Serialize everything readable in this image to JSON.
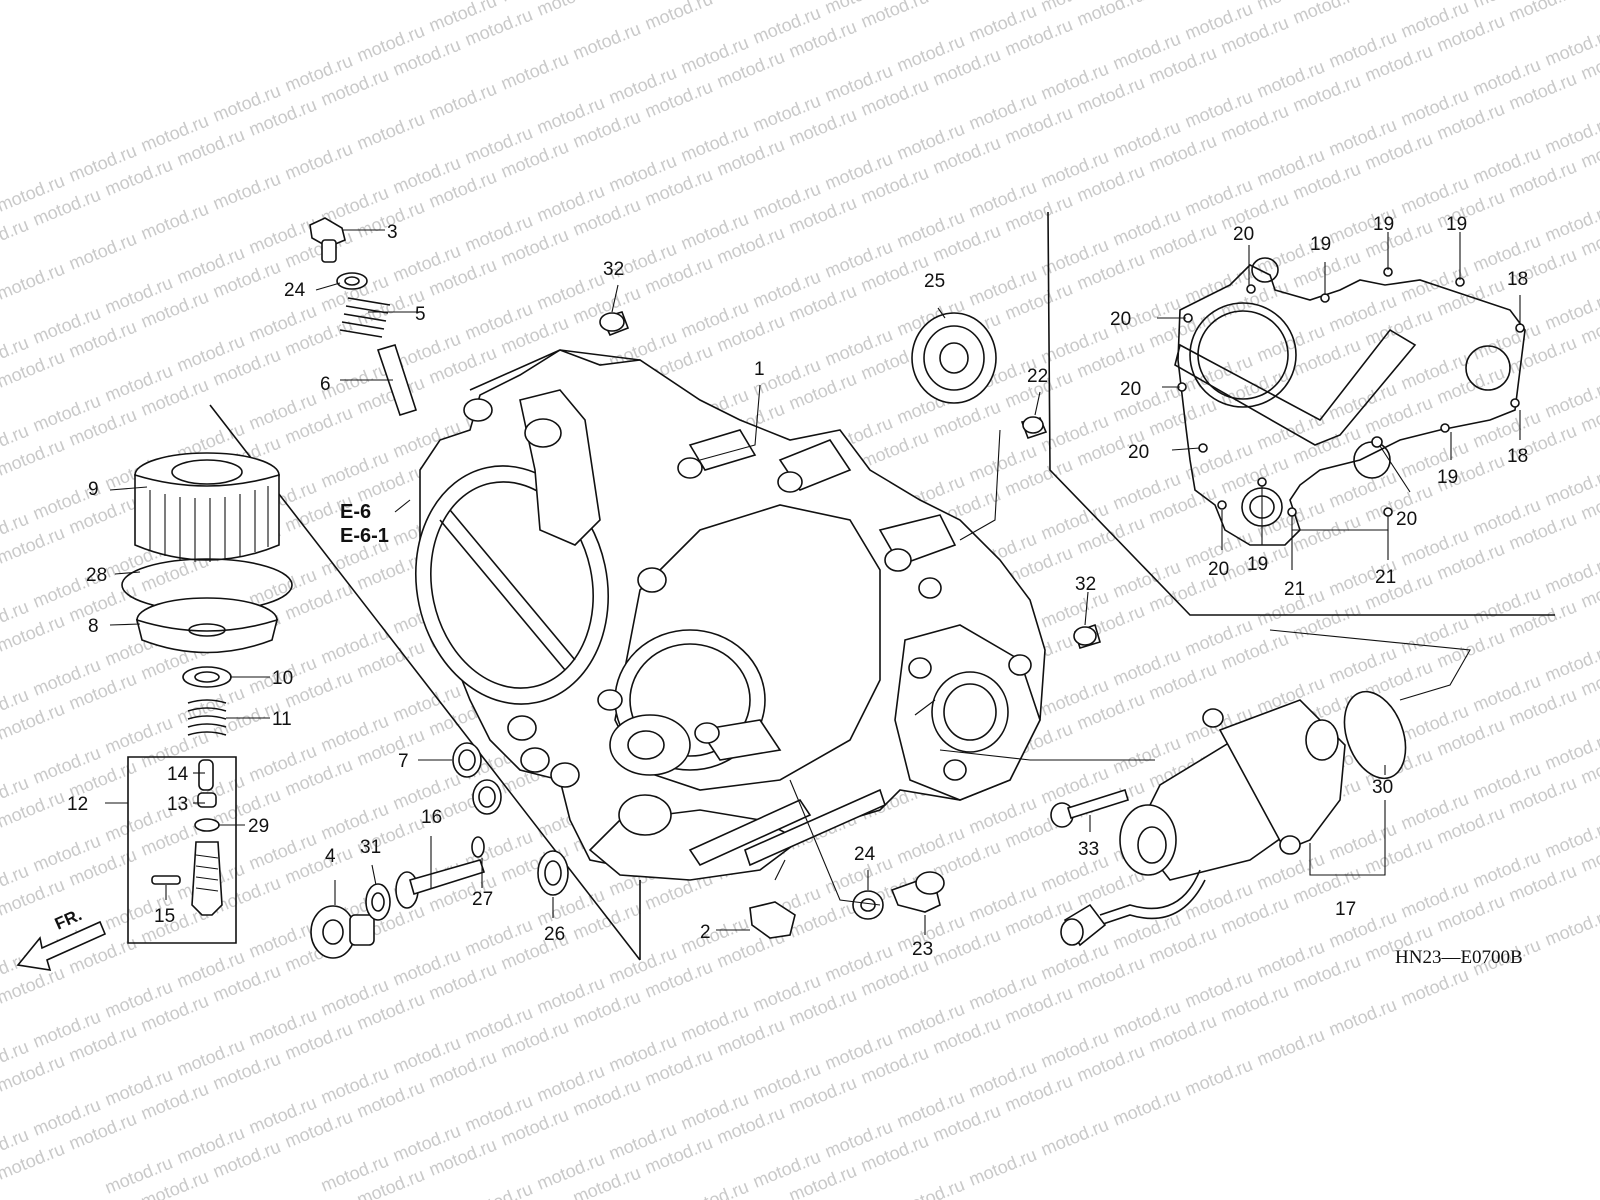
{
  "watermark": "motod.ru",
  "diagram_code": "HN23—E0700B",
  "direction_label": "FR.",
  "references": [
    "E-6",
    "E-6-1"
  ],
  "parts": {
    "p1": "1",
    "p2": "2",
    "p3": "3",
    "p4": "4",
    "p5": "5",
    "p6": "6",
    "p7": "7",
    "p8": "8",
    "p9": "9",
    "p10": "10",
    "p11": "11",
    "p12": "12",
    "p13": "13",
    "p14": "14",
    "p15": "15",
    "p16": "16",
    "p17": "17",
    "p18a": "18",
    "p18b": "18",
    "p19a": "19",
    "p19b": "19",
    "p19c": "19",
    "p19d": "19",
    "p19e": "19",
    "p20a": "20",
    "p20b": "20",
    "p20c": "20",
    "p20d": "20",
    "p20e": "20",
    "p20f": "20",
    "p21a": "21",
    "p21b": "21",
    "p22": "22",
    "p23": "23",
    "p24a": "24",
    "p24b": "24",
    "p25": "25",
    "p26": "26",
    "p27": "27",
    "p28": "28",
    "p29": "29",
    "p30": "30",
    "p31": "31",
    "p32a": "32",
    "p32b": "32",
    "p33": "33"
  }
}
